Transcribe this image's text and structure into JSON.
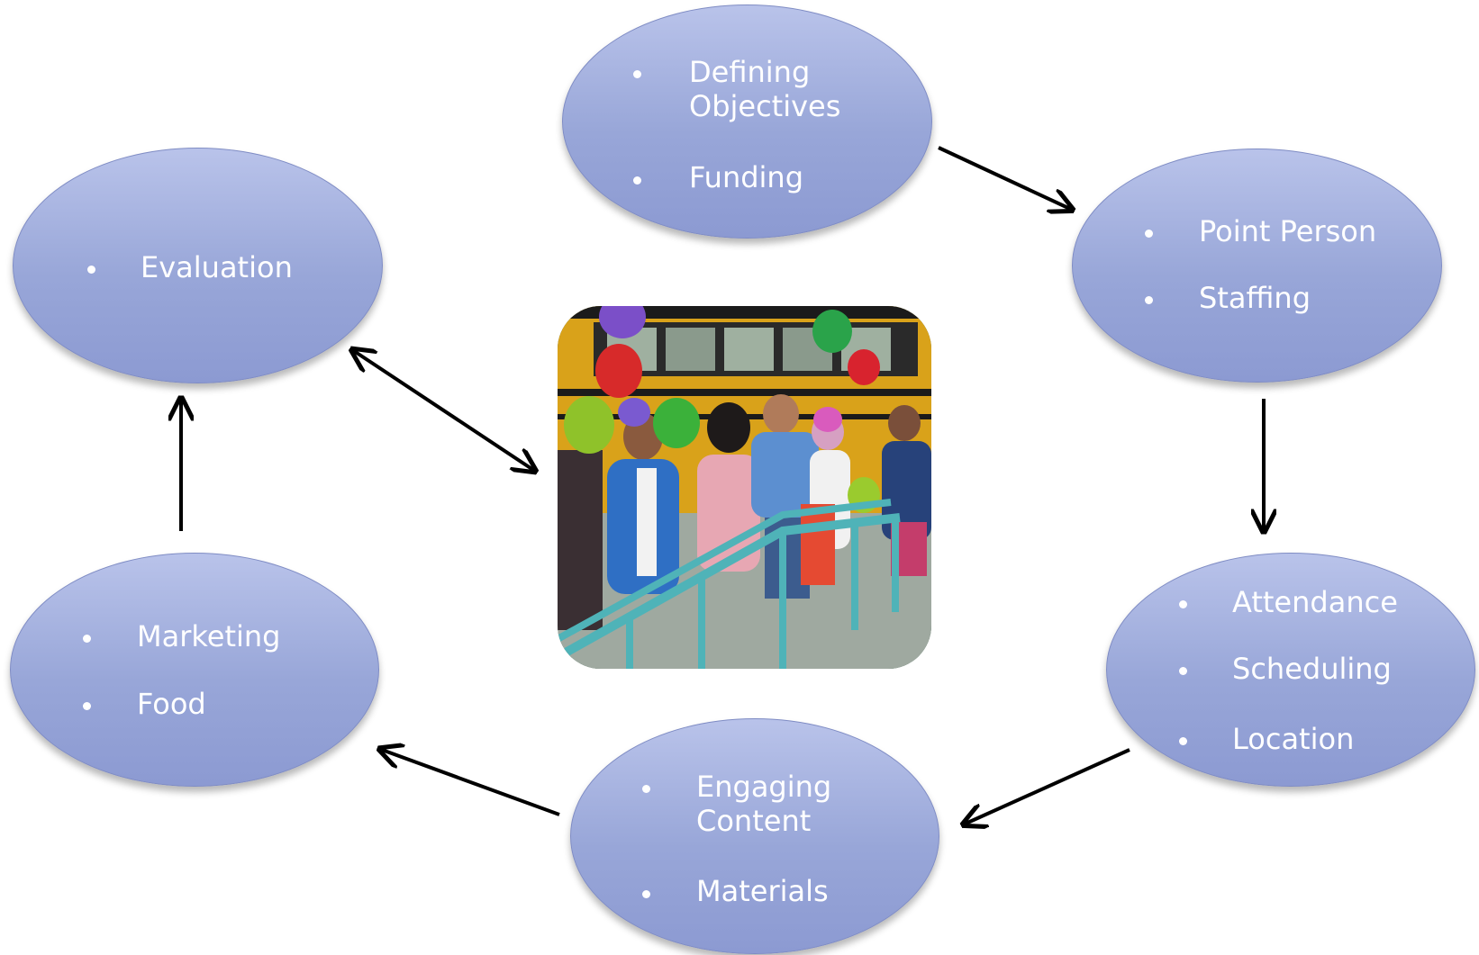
{
  "nodes": {
    "objectives": {
      "items": [
        "Defining Objectives",
        "Funding"
      ]
    },
    "staffing": {
      "items": [
        "Point Person",
        "Staffing"
      ]
    },
    "logistics": {
      "items": [
        "Attendance",
        "Scheduling",
        "Location"
      ]
    },
    "content": {
      "items": [
        "Engaging Content",
        "Materials"
      ]
    },
    "promotion": {
      "items": [
        "Marketing",
        "Food"
      ]
    },
    "evaluation": {
      "items": [
        "Evaluation"
      ]
    }
  },
  "photo": {
    "description": "children and adults with balloons in front of a yellow school bus"
  },
  "colors": {
    "node_fill": "#9aa8da",
    "node_border": "#7f8cc4",
    "text": "#ffffff",
    "arrow": "#000000"
  }
}
